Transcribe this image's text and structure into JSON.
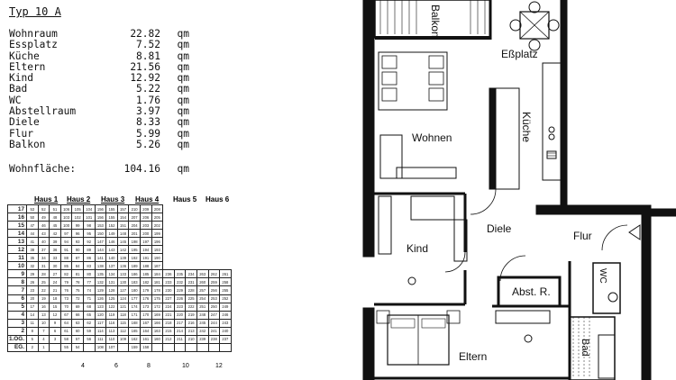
{
  "title": "Typ 10 A",
  "rooms": [
    {
      "name": "Wohnraum",
      "value": "22.82",
      "unit": "qm"
    },
    {
      "name": "Essplatz",
      "value": "7.52",
      "unit": "qm"
    },
    {
      "name": "Küche",
      "value": "8.81",
      "unit": "qm"
    },
    {
      "name": "Eltern",
      "value": "21.56",
      "unit": "qm"
    },
    {
      "name": "Kind",
      "value": "12.92",
      "unit": "qm"
    },
    {
      "name": "Bad",
      "value": "5.22",
      "unit": "qm"
    },
    {
      "name": "WC",
      "value": "1.76",
      "unit": "qm"
    },
    {
      "name": "Abstellraum",
      "value": "3.97",
      "unit": "qm"
    },
    {
      "name": "Diele",
      "value": "8.33",
      "unit": "qm"
    },
    {
      "name": "Flur",
      "value": "5.99",
      "unit": "qm"
    },
    {
      "name": "Balkon",
      "value": "5.26",
      "unit": "qm"
    }
  ],
  "total": {
    "name": "Wohnfläche:",
    "value": "104.16",
    "unit": "qm"
  },
  "grid": {
    "houses": [
      "Haus 1",
      "Haus 2",
      "Haus 3",
      "Haus 4",
      "Haus 5",
      "Haus 6"
    ],
    "floors": [
      "17",
      "16",
      "15",
      "14",
      "13",
      "12",
      "11",
      "10",
      "9",
      "8",
      "7",
      "6",
      "5",
      "4",
      "3",
      "2",
      "1.OG.",
      "EG."
    ],
    "rows": [
      [
        "53",
        "52",
        "51",
        "106",
        "105",
        "104",
        "156",
        "155",
        "157",
        "210",
        "209",
        "208",
        "",
        "",
        "",
        "",
        "",
        ""
      ],
      [
        "50",
        "49",
        "48",
        "103",
        "102",
        "101",
        "156",
        "155",
        "154",
        "207",
        "206",
        "205",
        "",
        "",
        "",
        "",
        "",
        ""
      ],
      [
        "47",
        "46",
        "45",
        "100",
        "99",
        "98",
        "153",
        "152",
        "151",
        "204",
        "203",
        "202",
        "",
        "",
        "",
        "",
        "",
        ""
      ],
      [
        "44",
        "43",
        "42",
        "97",
        "96",
        "95",
        "150",
        "149",
        "148",
        "201",
        "200",
        "199",
        "",
        "",
        "",
        "",
        "",
        ""
      ],
      [
        "41",
        "40",
        "39",
        "94",
        "93",
        "92",
        "147",
        "146",
        "145",
        "198",
        "197",
        "196",
        "",
        "",
        "",
        "",
        "",
        ""
      ],
      [
        "38",
        "37",
        "36",
        "91",
        "90",
        "89",
        "144",
        "143",
        "142",
        "195",
        "194",
        "193",
        "",
        "",
        "",
        "",
        "",
        ""
      ],
      [
        "35",
        "34",
        "33",
        "88",
        "87",
        "86",
        "141",
        "140",
        "139",
        "192",
        "191",
        "190",
        "",
        "",
        "",
        "",
        "",
        ""
      ],
      [
        "32",
        "31",
        "30",
        "85",
        "84",
        "83",
        "138",
        "137",
        "136",
        "189",
        "188",
        "187",
        "",
        "",
        "",
        "",
        "",
        ""
      ],
      [
        "29",
        "28",
        "27",
        "82",
        "81",
        "80",
        "135",
        "134",
        "133",
        "186",
        "185",
        "184",
        "236",
        "235",
        "234",
        "263",
        "262",
        "261"
      ],
      [
        "26",
        "25",
        "24",
        "79",
        "78",
        "77",
        "132",
        "131",
        "130",
        "183",
        "182",
        "181",
        "233",
        "232",
        "231",
        "260",
        "259",
        "258"
      ],
      [
        "23",
        "22",
        "21",
        "76",
        "75",
        "74",
        "129",
        "128",
        "127",
        "180",
        "179",
        "178",
        "230",
        "229",
        "228",
        "257",
        "256",
        "255"
      ],
      [
        "20",
        "19",
        "18",
        "73",
        "72",
        "71",
        "126",
        "125",
        "124",
        "177",
        "176",
        "175",
        "227",
        "226",
        "225",
        "254",
        "253",
        "252"
      ],
      [
        "17",
        "16",
        "15",
        "70",
        "69",
        "68",
        "123",
        "122",
        "121",
        "174",
        "173",
        "172",
        "224",
        "223",
        "222",
        "251",
        "250",
        "249"
      ],
      [
        "14",
        "13",
        "12",
        "67",
        "66",
        "65",
        "120",
        "119",
        "118",
        "171",
        "170",
        "169",
        "221",
        "220",
        "219",
        "248",
        "247",
        "246"
      ],
      [
        "11",
        "10",
        "9",
        "64",
        "63",
        "62",
        "117",
        "116",
        "115",
        "168",
        "167",
        "166",
        "218",
        "217",
        "216",
        "245",
        "244",
        "243"
      ],
      [
        "8",
        "7",
        "6",
        "61",
        "60",
        "59",
        "114",
        "113",
        "112",
        "165",
        "164",
        "163",
        "215",
        "214",
        "213",
        "242",
        "241",
        "240"
      ],
      [
        "5",
        "4",
        "3",
        "58",
        "57",
        "56",
        "111",
        "110",
        "109",
        "162",
        "161",
        "160",
        "212",
        "211",
        "210",
        "239",
        "238",
        "237"
      ],
      [
        "2",
        "1",
        "",
        "55",
        "54",
        "",
        "108",
        "107",
        "",
        "159",
        "158",
        "",
        "",
        "",
        "",
        "",
        "",
        ""
      ]
    ],
    "axis": [
      "4",
      "6",
      "8",
      "10",
      "12"
    ]
  },
  "plan_labels": {
    "balkon": "Balkon",
    "essplatz": "Eßplatz",
    "wohnen": "Wohnen",
    "kueche": "Küche",
    "diele": "Diele",
    "kind": "Kind",
    "flur": "Flur",
    "abst": "Abst. R.",
    "wc": "WC",
    "eltern": "Eltern",
    "bad": "Bad"
  }
}
